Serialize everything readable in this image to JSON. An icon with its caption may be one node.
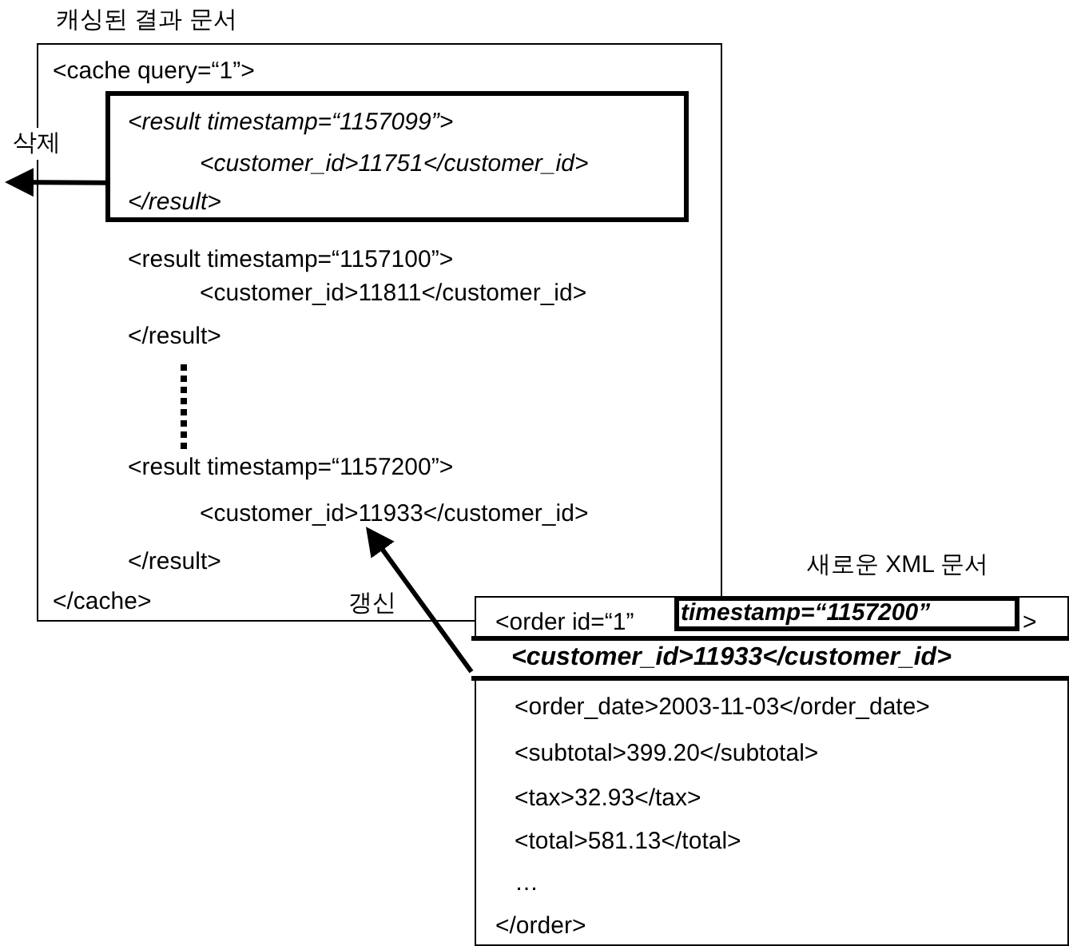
{
  "diagram": {
    "nodes": [
      {
        "text": [
          "캐싱된 결과 문서",
          "<cache query=“1”>",
          "<result timestamp=“1157100”>",
          "<customer_id>11811</customer_id>",
          "</result>",
          "<result timestamp=“1157200”>",
          "</result>",
          "</cache>"
        ]
      },
      {
        "text": [
          "<result timestamp=“1157099”>",
          "<customer_id>11751</customer_id>",
          "</result>"
        ],
        "in": 0
      },
      {
        "text": [
          "<customer_id>11933</customer_id>"
        ],
        "in": 0
      },
      {
        "text": [
          "새로운 XML 문서",
          "<order id=“1”",
          ">",
          "<order_date>2003-11-03</order_date>",
          "<subtotal>399.20</subtotal>",
          "<tax>32.93</tax>",
          "<total>581.13</total>",
          "…",
          "</order>"
        ]
      },
      {
        "text": [
          "timestamp=“1157200”"
        ],
        "in": 3
      },
      {
        "text": [
          "<customer_id>11933</customer_id>"
        ],
        "in": 3
      }
    ],
    "edges": [
      {
        "from": 1,
        "to": null,
        "arrow": "to",
        "label": "삭제"
      },
      {
        "from": 5,
        "to": 2,
        "arrow": "to",
        "label": "갱신"
      }
    ]
  }
}
